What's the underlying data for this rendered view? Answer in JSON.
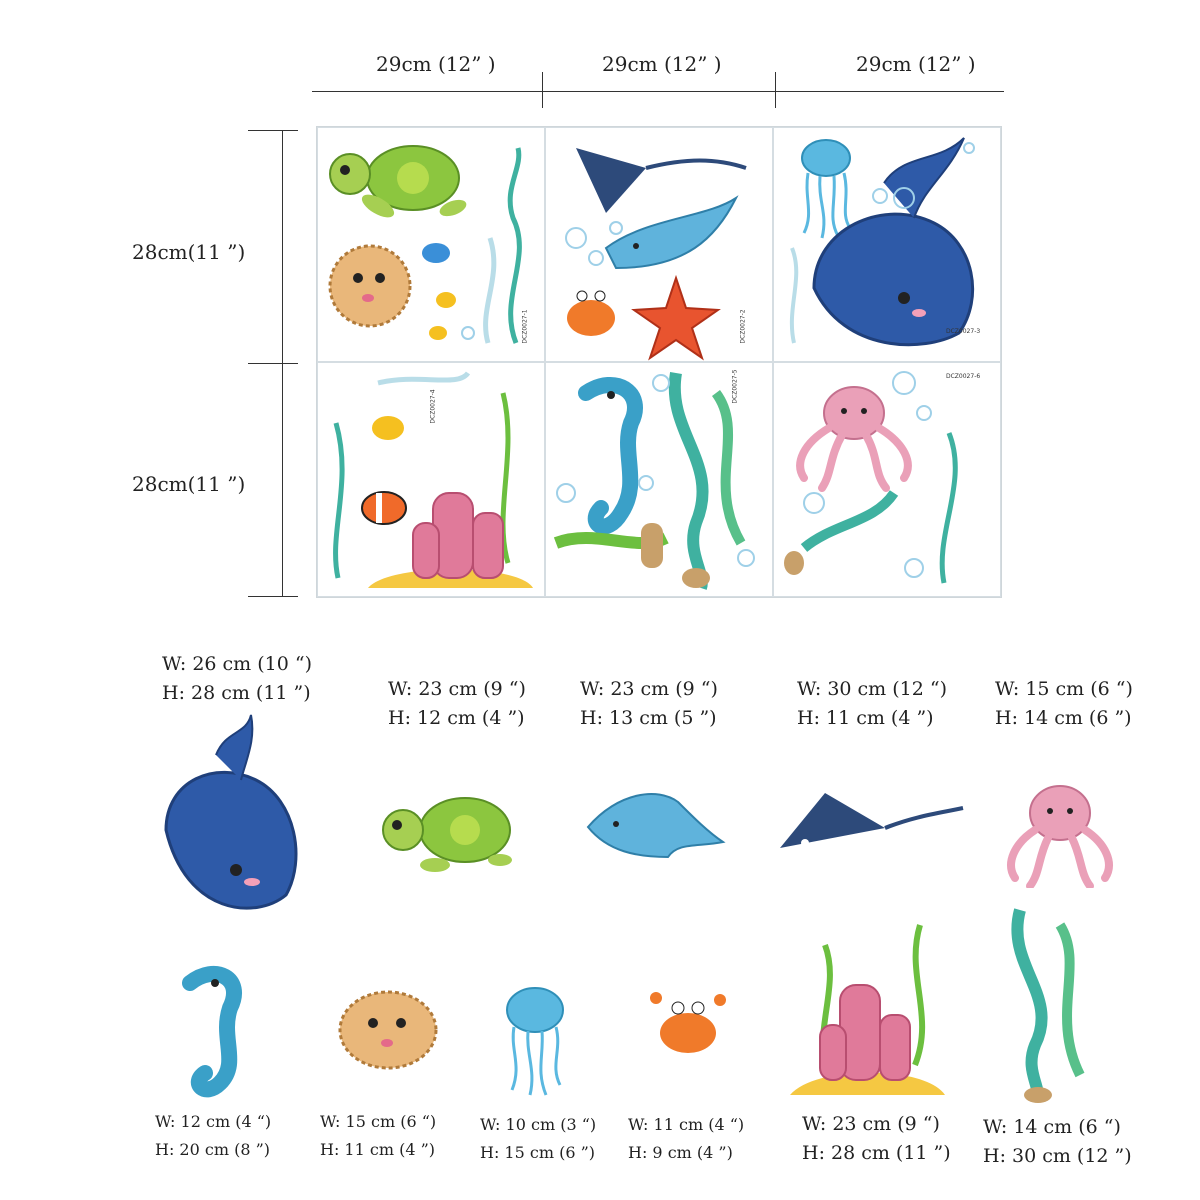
{
  "sheet_dimensions": {
    "widths": [
      "29cm (12” )",
      "29cm (12” )",
      "29cm (12” )"
    ],
    "heights": [
      "28cm(11 ”)",
      "28cm(11 ”)"
    ]
  },
  "sheets": [
    {
      "code": "DCZ0027-1",
      "icons": [
        "turtle-icon",
        "pufferfish-icon",
        "fish-icon",
        "seaweed-icon"
      ]
    },
    {
      "code": "DCZ0027-2",
      "icons": [
        "stingray-icon",
        "dolphin-icon",
        "crab-icon",
        "starfish-icon"
      ]
    },
    {
      "code": "DCZ0027-3",
      "icons": [
        "jellyfish-icon",
        "whale-icon",
        "bubbles-icon"
      ]
    },
    {
      "code": "DCZ0027-4",
      "icons": [
        "clownfish-icon",
        "coral-icon",
        "seaweed-icon"
      ]
    },
    {
      "code": "DCZ0027-5",
      "icons": [
        "seahorse-icon",
        "seaweed-icon",
        "rock-icon"
      ]
    },
    {
      "code": "DCZ0027-6",
      "icons": [
        "octopus-icon",
        "seaweed-icon",
        "bubbles-icon"
      ]
    }
  ],
  "items": [
    {
      "icon": "whale-icon",
      "w": "W: 26 cm (10 “)",
      "h": "H: 28 cm (11 ”)"
    },
    {
      "icon": "turtle-icon",
      "w": "W: 23 cm (9 “)",
      "h": "H: 12 cm (4 ”)"
    },
    {
      "icon": "dolphin-icon",
      "w": "W: 23 cm (9 “)",
      "h": "H: 13 cm (5 ”)"
    },
    {
      "icon": "stingray-icon",
      "w": "W: 30 cm (12 “)",
      "h": "H: 11 cm (4 ”)"
    },
    {
      "icon": "octopus-icon",
      "w": "W: 15 cm (6 “)",
      "h": "H: 14 cm (6 ”)"
    },
    {
      "icon": "seahorse-icon",
      "w": "W: 12 cm (4 “)",
      "h": "H: 20 cm (8 ”)"
    },
    {
      "icon": "pufferfish-icon",
      "w": "W: 15 cm (6 “)",
      "h": "H: 11 cm (4 ”)"
    },
    {
      "icon": "jellyfish-icon",
      "w": "W: 10 cm (3 “)",
      "h": "H: 15 cm (6 ”)"
    },
    {
      "icon": "crab-icon",
      "w": "W: 11 cm (4 “)",
      "h": "H: 9 cm (4 ”)"
    },
    {
      "icon": "coral-icon",
      "w": "W: 23 cm (9 “)",
      "h": "H: 28 cm (11 ”)"
    },
    {
      "icon": "seaweed-icon",
      "w": "W: 14 cm (6 “)",
      "h": "H: 30 cm (12 ”)"
    }
  ],
  "colors": {
    "whale": "#2e5aa8",
    "turtle": "#8cc63f",
    "dolphin": "#5fb3dc",
    "stingray": "#2d4a7a",
    "octopus": "#eaa0b8",
    "seahorse": "#3aa0c8",
    "puffer": "#e9b77a",
    "jelly": "#5ab8e0",
    "crab": "#f07a2a",
    "coral": "#e07a9a",
    "seaweed": "#3fb1a0",
    "sand": "#f5c842"
  }
}
